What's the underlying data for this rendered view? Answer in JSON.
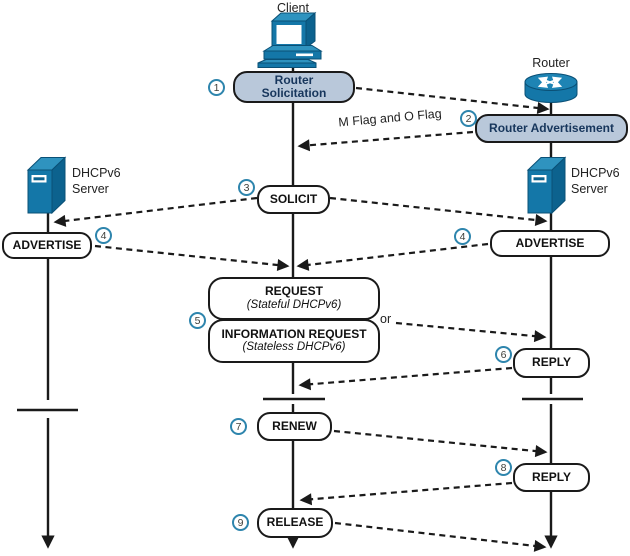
{
  "actors": {
    "client": {
      "label": "Client"
    },
    "router": {
      "label": "Router"
    },
    "dhcp_server_left": {
      "line1": "DHCPv6",
      "line2": "Server"
    },
    "dhcp_server_right": {
      "line1": "DHCPv6",
      "line2": "Server"
    }
  },
  "messages": {
    "router_solicitation": {
      "step": "1",
      "line1": "Router",
      "line2": "Solicitation"
    },
    "router_advertisement": {
      "step": "2",
      "label": "Router Advertisement"
    },
    "solicit": {
      "step": "3",
      "label": "SOLICIT"
    },
    "advertise_left": {
      "step": "4",
      "label": "ADVERTISE"
    },
    "advertise_right": {
      "step": "4",
      "label": "ADVERTISE"
    },
    "request": {
      "line1": "REQUEST",
      "line2": "(Stateful DHCPv6)"
    },
    "information_request": {
      "step": "5",
      "line1": "INFORMATION REQUEST",
      "line2": "(Stateless DHCPv6)"
    },
    "reply_after_request": {
      "step": "6",
      "label": "REPLY"
    },
    "renew": {
      "step": "7",
      "label": "RENEW"
    },
    "reply_after_renew": {
      "step": "8",
      "label": "REPLY"
    },
    "release": {
      "step": "9",
      "label": "RELEASE"
    }
  },
  "annotations": {
    "ra_flags": "M Flag and O Flag",
    "or_label": "or"
  },
  "colors": {
    "icon_blue": "#1477a8",
    "icon_blue_dark": "#0c628e",
    "icon_blue_light": "#2f93bf",
    "message_box_fill": "#b9c8da",
    "message_box_text": "#17365c",
    "step_circle_ring": "#2e85ad",
    "line_color": "#1a1a1a"
  }
}
